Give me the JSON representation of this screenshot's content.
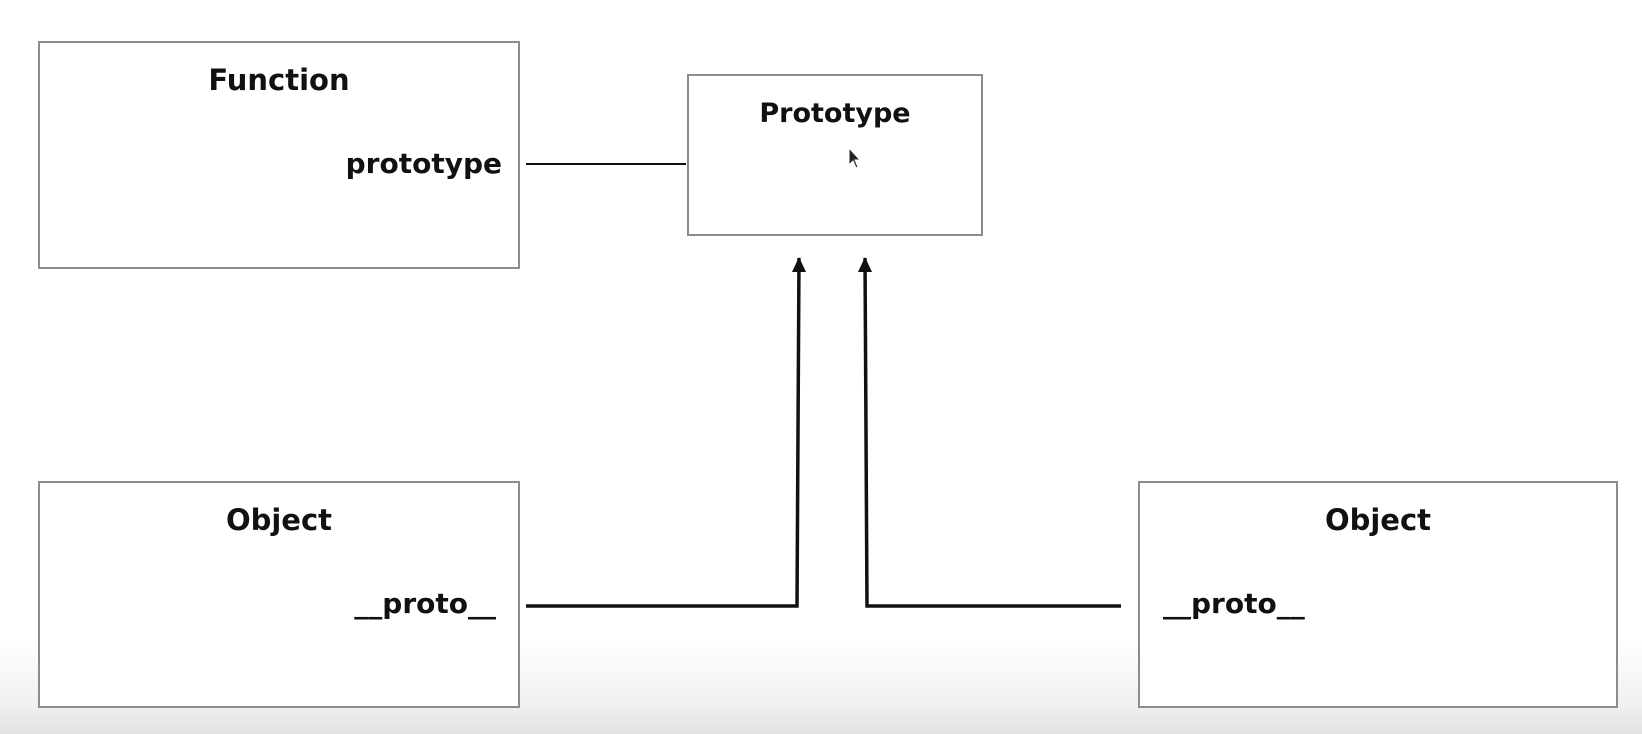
{
  "diagram": {
    "function_box": {
      "title": "Function",
      "field": "prototype"
    },
    "prototype_box": {
      "title": "Prototype"
    },
    "object_left_box": {
      "title": "Object",
      "field": "__proto__"
    },
    "object_right_box": {
      "title": "Object",
      "field": "__proto__"
    },
    "connectors": [
      {
        "name": "function-prototype-link",
        "from": "Function.prototype",
        "to": "Prototype",
        "style": "thin line"
      },
      {
        "name": "object-left-proto-arrow",
        "from": "Object.__proto__",
        "to": "Prototype",
        "style": "thick arrow"
      },
      {
        "name": "object-right-proto-arrow",
        "from": "Object.__proto__",
        "to": "Prototype",
        "style": "thick arrow"
      }
    ],
    "colors": {
      "box_border": "#8c8c8c",
      "text": "#111111",
      "connector": "#111111"
    }
  }
}
